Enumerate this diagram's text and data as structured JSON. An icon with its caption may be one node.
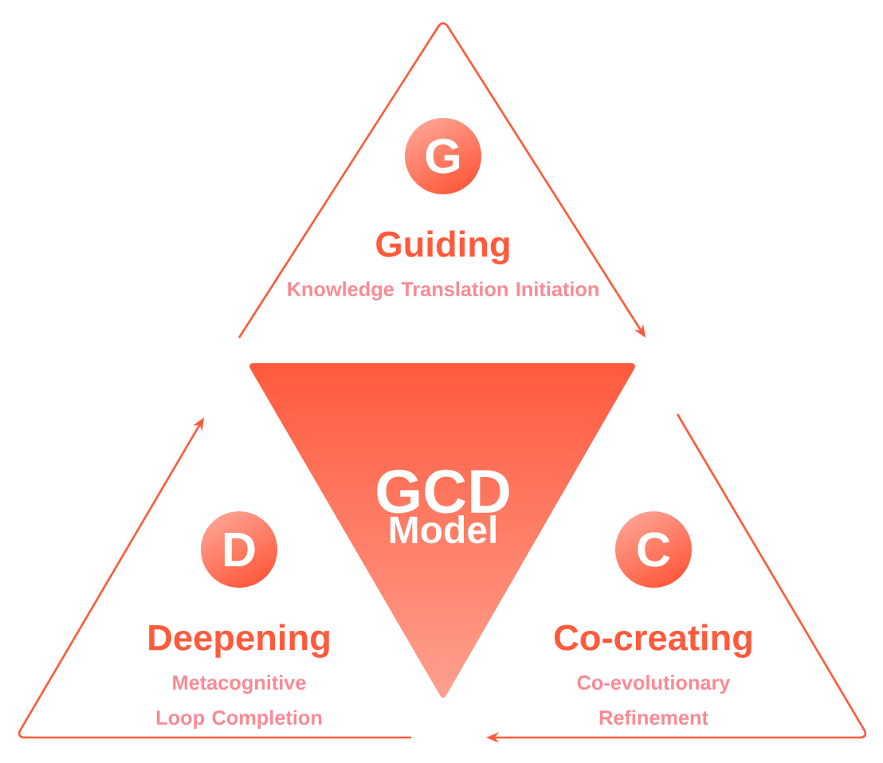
{
  "diagram": {
    "nodes": [
      {
        "text": [
          "GCD",
          "Model"
        ]
      },
      {
        "text": [
          "G"
        ],
        "beside": [
          "Guiding",
          "Knowledge Translation Initiation"
        ]
      },
      {
        "text": [
          "C"
        ],
        "beside": [
          "Co-creating",
          "Co-evolutionary Refinement"
        ]
      },
      {
        "text": [
          "D"
        ],
        "beside": [
          "Deepening",
          "Metacognitive Loop Completion"
        ]
      }
    ]
  }
}
